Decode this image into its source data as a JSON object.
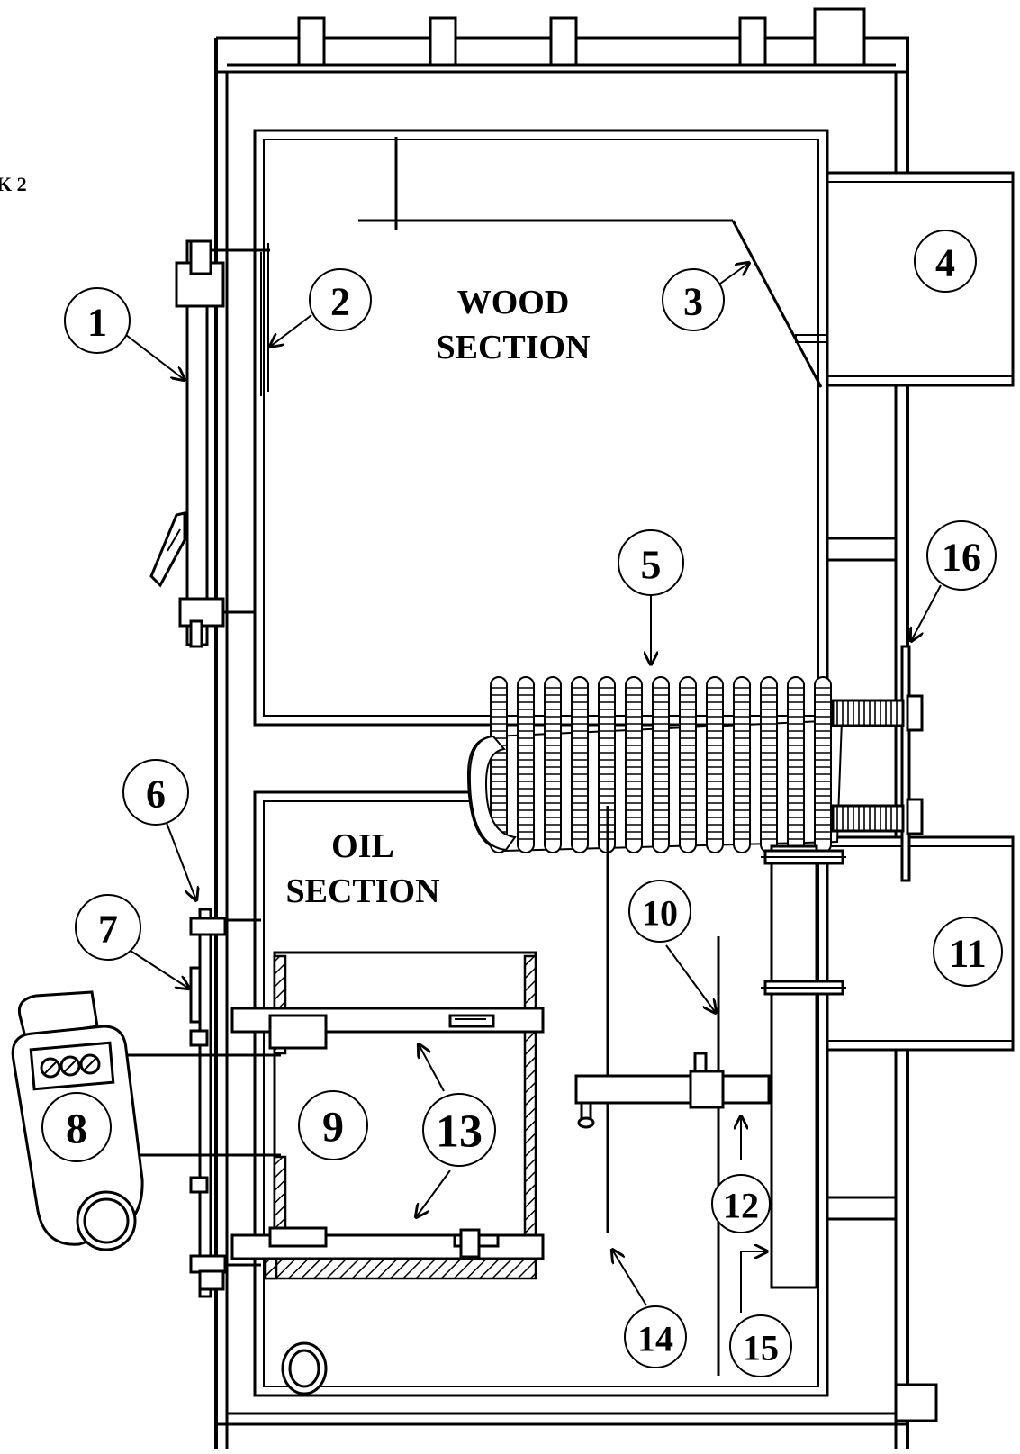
{
  "corner_text": "K 2",
  "sections": {
    "wood": [
      "WOOD",
      "SECTION"
    ],
    "oil": [
      "OIL",
      "SECTION"
    ]
  },
  "callouts": [
    "1",
    "2",
    "3",
    "4",
    "5",
    "6",
    "7",
    "8",
    "9",
    "10",
    "11",
    "12",
    "13",
    "14",
    "15",
    "16"
  ],
  "control_dots": [
    "",
    "",
    ""
  ]
}
